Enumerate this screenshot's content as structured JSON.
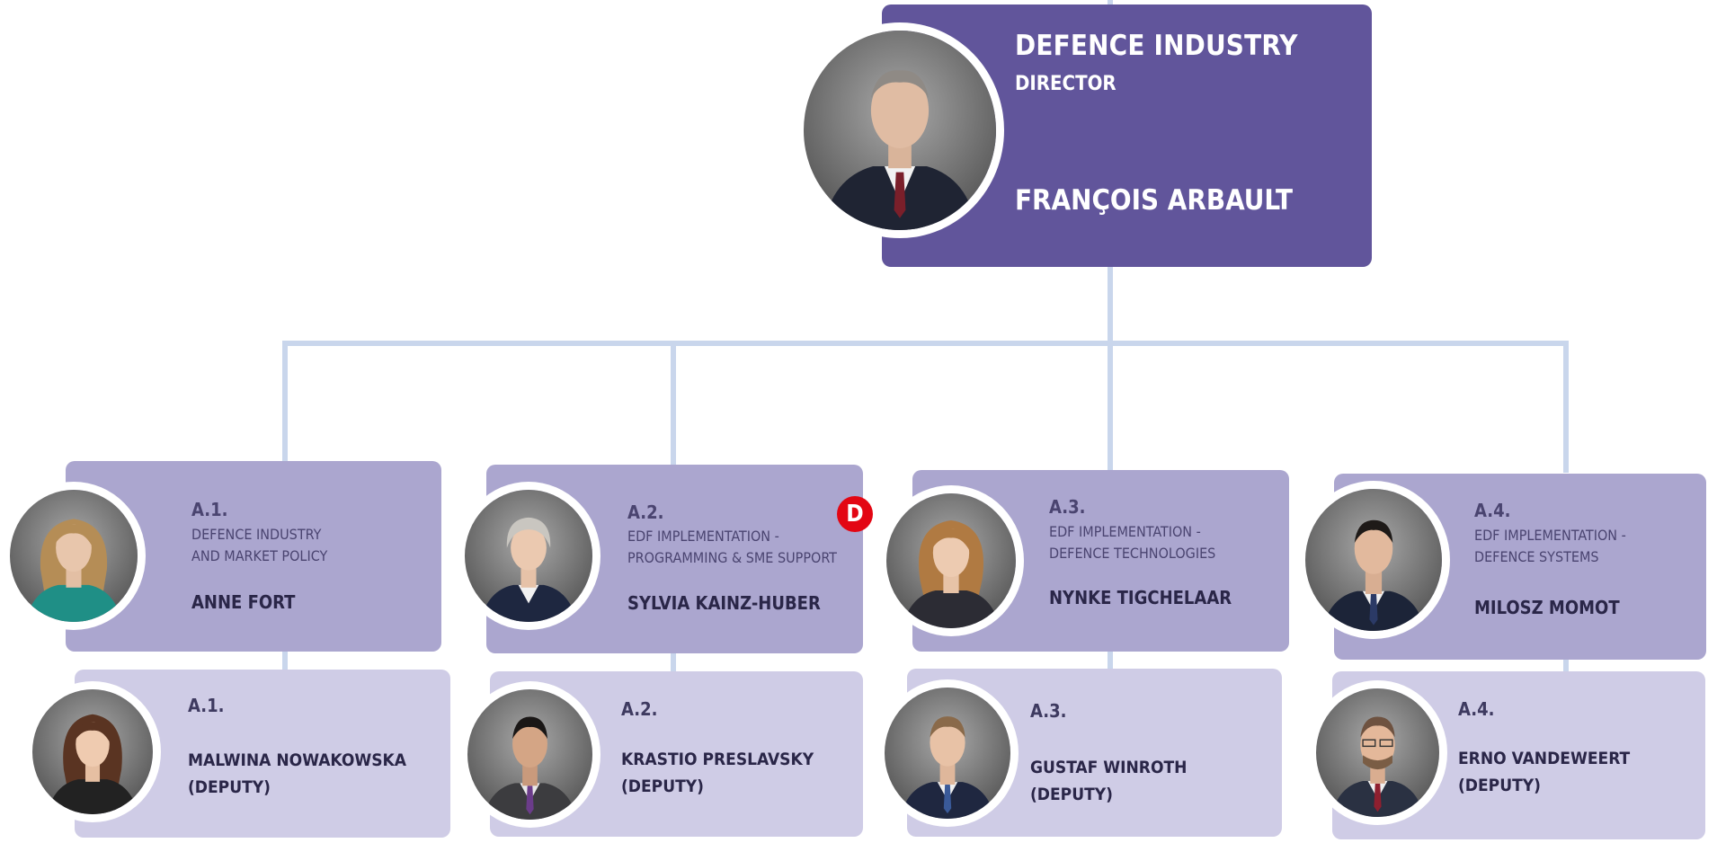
{
  "director": {
    "unit_title": "DEFENCE INDUSTRY",
    "role": "DIRECTOR",
    "name": "FRANÇOIS ARBAULT",
    "photo_icon": "portrait-man-icon"
  },
  "units": [
    {
      "code": "A.1.",
      "desc_line1": "DEFENCE INDUSTRY",
      "desc_line2": "AND MARKET POLICY",
      "head": "ANNE FORT",
      "badge": "",
      "deputy": {
        "code": "A.1.",
        "name": "MALWINA NOWAKOWSKA",
        "suffix": "(DEPUTY)"
      }
    },
    {
      "code": "A.2.",
      "desc_line1": "EDF IMPLEMENTATION -",
      "desc_line2": "PROGRAMMING & SME SUPPORT",
      "head": "SYLVIA KAINZ-HUBER",
      "badge": "D",
      "deputy": {
        "code": "A.2.",
        "name": "KRASTIO PRESLAVSKY",
        "suffix": "(DEPUTY)"
      }
    },
    {
      "code": "A.3.",
      "desc_line1": "EDF IMPLEMENTATION -",
      "desc_line2": "DEFENCE TECHNOLOGIES",
      "head": "NYNKE TIGCHELAAR",
      "badge": "",
      "deputy": {
        "code": "A.3.",
        "name": "GUSTAF WINROTH",
        "suffix": "(DEPUTY)"
      }
    },
    {
      "code": "A.4.",
      "desc_line1": "EDF IMPLEMENTATION -",
      "desc_line2": "DEFENCE SYSTEMS",
      "head": "MILOSZ MOMOT",
      "badge": "",
      "deputy": {
        "code": "A.4.",
        "name": "ERNO VANDEWEERT",
        "suffix": "(DEPUTY)"
      }
    }
  ],
  "colors": {
    "director_box": "#61559b",
    "unit_box": "#aba6cf",
    "deputy_box": "#cfcce6",
    "connector": "#c9d6ec",
    "badge": "#e30613"
  }
}
